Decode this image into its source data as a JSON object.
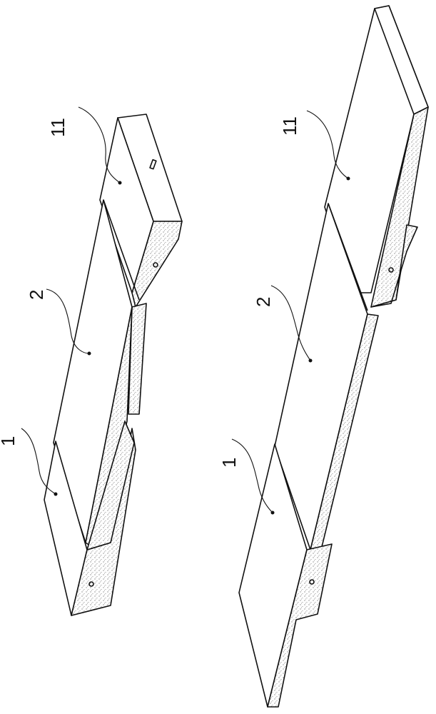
{
  "figure": {
    "labels": {
      "top_left_1": "1",
      "top_mid_2": "2",
      "top_right_11": "11",
      "bottom_left_1": "1",
      "bottom_mid_2": "2",
      "bottom_right_11": "11"
    },
    "colors": {
      "line": "#111111",
      "hatch": "#9a9a9a",
      "background": "#ffffff"
    }
  }
}
